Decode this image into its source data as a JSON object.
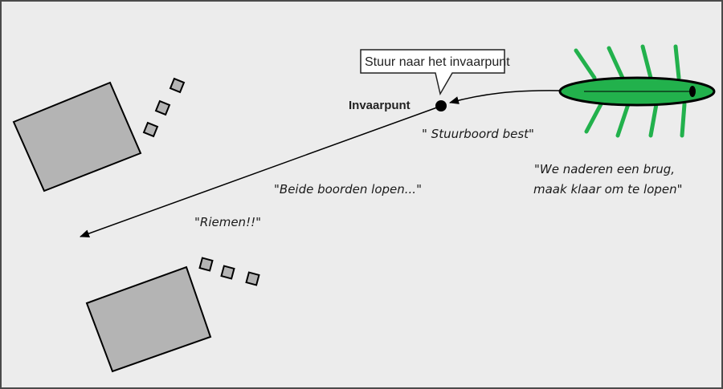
{
  "callout": "Stuur naar het invaarpunt",
  "point_label": "Invaarpunt",
  "quotes": {
    "starboard": "\" Stuurboord best\"",
    "approaching_line1": "\"We naderen een brug,",
    "approaching_line2": "maak klaar om te lopen\"",
    "both_sides": "\"Beide boorden lopen...\"",
    "oars": "\"Riemen!!\""
  },
  "colors": {
    "background": "#ececec",
    "boat_fill": "#22b14c",
    "oar": "#22b14c",
    "outline": "#000000",
    "block": "#b4b4b4"
  },
  "icons": {
    "boat": "rowing-boat",
    "bridge": "bridge-pillar",
    "fender": "fender-block",
    "arrow": "course-arrow"
  }
}
